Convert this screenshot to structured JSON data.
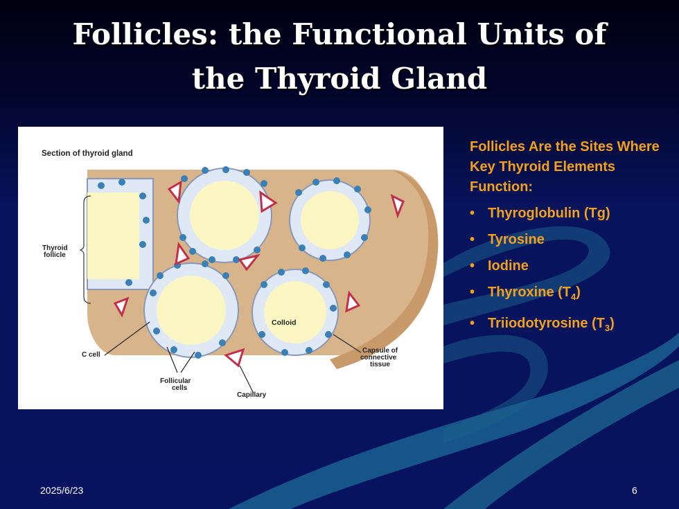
{
  "slide": {
    "title_line1": "Follicles: the Functional Units of",
    "title_line2": "the Thyroid Gland",
    "date": "2025/6/23",
    "page_number": "6"
  },
  "figure": {
    "caption": "Section of thyroid gland",
    "label_thyroid_follicle_line1": "Thyroid",
    "label_thyroid_follicle_line2": "follicle",
    "label_colloid": "Colloid",
    "label_c_cell": "C cell",
    "label_follicular_cells_line1": "Follicular",
    "label_follicular_cells_line2": "cells",
    "label_capillary": "Capillary",
    "label_capsule_line1": "Capsule of",
    "label_capsule_line2": "connective",
    "label_capsule_line3": "tissue"
  },
  "panel": {
    "heading": "Follicles Are the Sites Where Key Thyroid Elements Function:",
    "bullet_marker": "•",
    "items": [
      {
        "text": "Thyroglobulin (Tg)",
        "sub": "",
        "suffix": ""
      },
      {
        "text": "Tyrosine",
        "sub": "",
        "suffix": ""
      },
      {
        "text": "Iodine",
        "sub": "",
        "suffix": ""
      },
      {
        "text": "Thyroxine (T",
        "sub": "4",
        "suffix": ")"
      },
      {
        "text": "Triiodotyrosine (T",
        "sub": "3",
        "suffix": ")"
      }
    ]
  },
  "colors": {
    "accent_text": "#f3a01e",
    "background_dark": "#07135a",
    "swoosh": "#1b5f8c",
    "colloid": "#fbf6c4",
    "connective_tissue": "#d8b48a",
    "capillary": "#c0304a",
    "cell_nucleus": "#3a7fb5"
  }
}
